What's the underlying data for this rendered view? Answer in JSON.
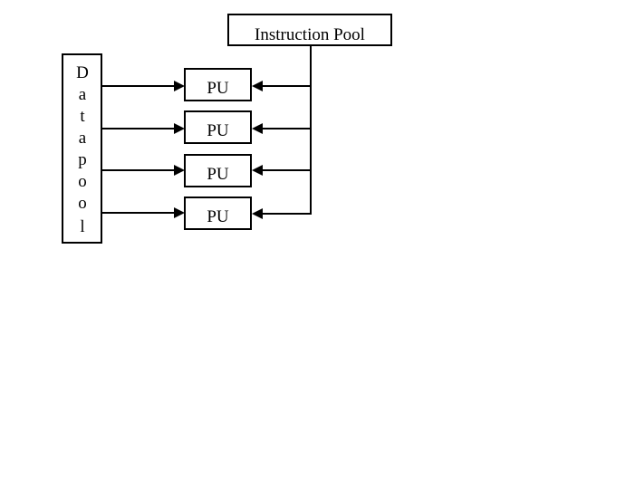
{
  "instruction_pool": {
    "label": "Instruction Pool"
  },
  "data_pool": {
    "letters": [
      "D",
      "a",
      "t",
      "a",
      "p",
      "o",
      "o",
      "l"
    ]
  },
  "processing_units": [
    {
      "label": "PU"
    },
    {
      "label": "PU"
    },
    {
      "label": "PU"
    },
    {
      "label": "PU"
    }
  ],
  "colors": {
    "line": "#000000",
    "background": "#ffffff"
  }
}
